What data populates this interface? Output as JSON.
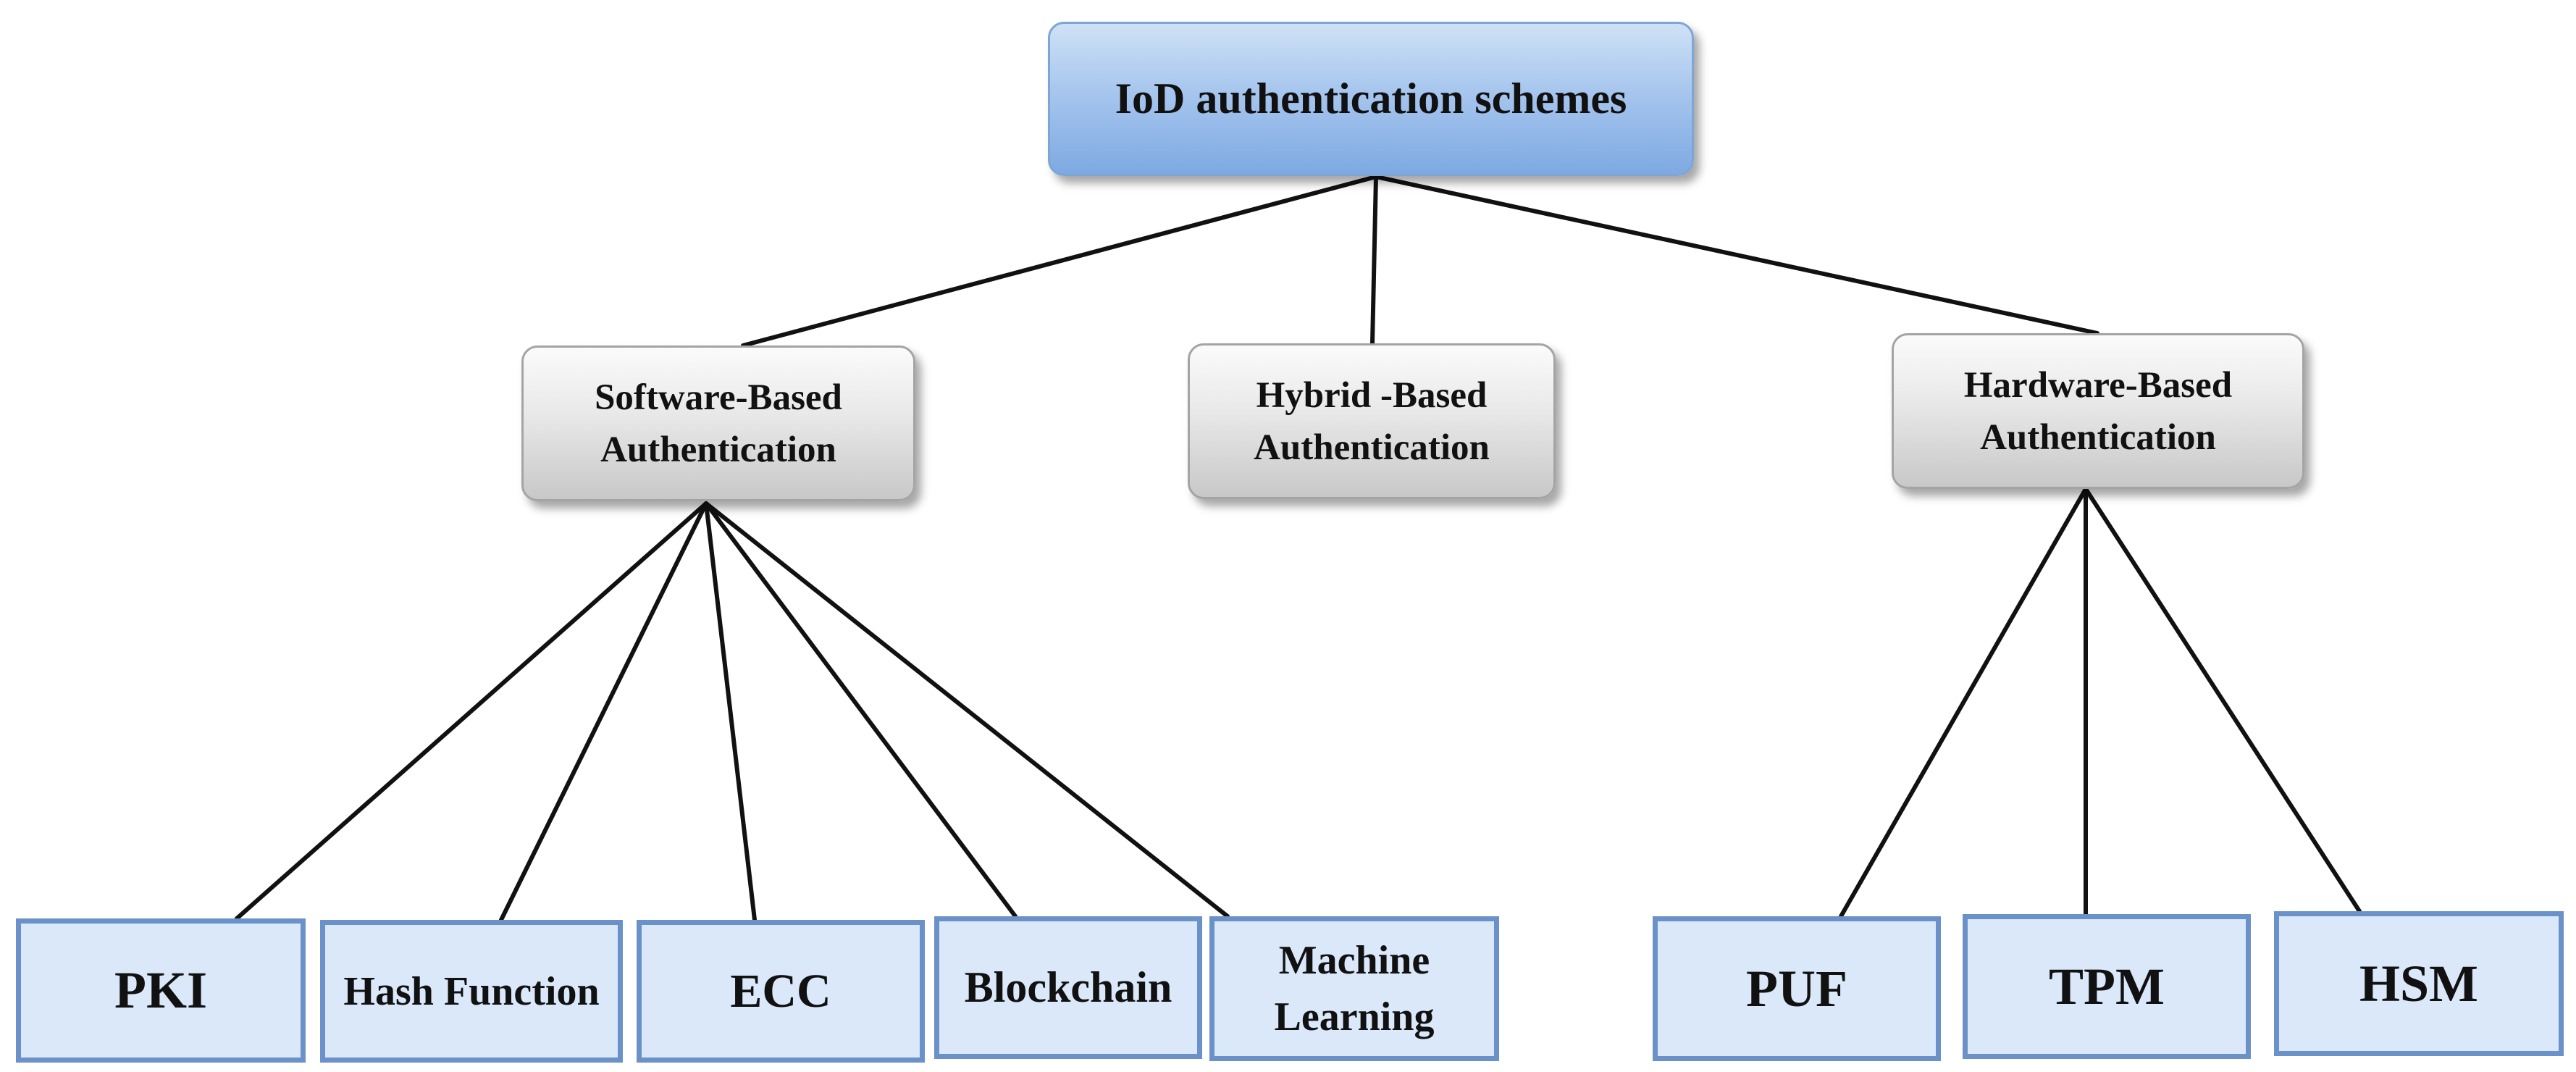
{
  "root": {
    "label": "IoD authentication schemes"
  },
  "categories": {
    "software": {
      "line1": "Software-Based",
      "line2": "Authentication"
    },
    "hybrid": {
      "line1": "Hybrid -Based",
      "line2": "Authentication"
    },
    "hardware": {
      "line1": "Hardware-Based",
      "line2": "Authentication"
    }
  },
  "software_methods": {
    "pki": "PKI",
    "hash": "Hash Function",
    "ecc": "ECC",
    "blockchain": "Blockchain",
    "ml_line1": "Machine",
    "ml_line2": "Learning"
  },
  "hardware_methods": {
    "puf": "PUF",
    "tpm": "TPM",
    "hsm": "HSM"
  },
  "colors": {
    "root_fill": "#a7c6ee",
    "category_fill": "#e0e0e0",
    "leaf_fill": "#dae8fa",
    "leaf_border": "#6b91c9",
    "connector": "#111111"
  }
}
